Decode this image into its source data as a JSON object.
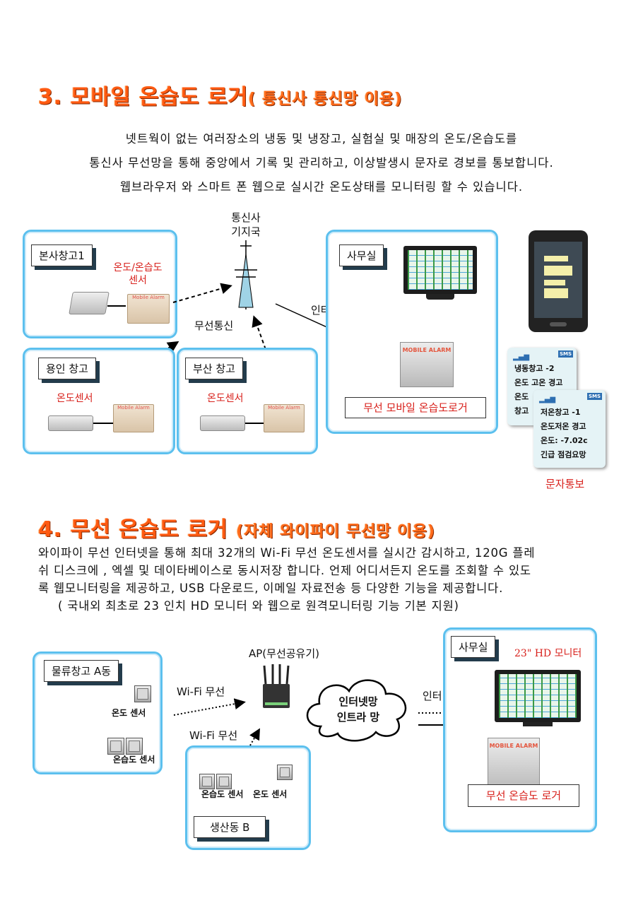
{
  "section3": {
    "heading_main": "3. 모바일 온습도 로거",
    "heading_sub": "( 통신사 통신망 이용)",
    "desc_line1": "넷트웍이 없는 여러장소의 냉동 및 냉장고, 실험실 및 매장의 온도/온습도를",
    "desc_line2": "통신사 무선망을 통해 중앙에서 기록 및 관리하고, 이상발생시 문자로 경보를 통보합니다.",
    "desc_line3": "웹브라우저 와 스마트 폰 웹으로 실시간 온도상태를 모니터링 할 수 있습니다.",
    "tower_label_1": "통신사",
    "tower_label_2": "기지국",
    "hq_tag": "본사창고1",
    "hq_sensor_label_1": "온도/온습도",
    "hq_sensor_label_2": "센서",
    "wireless_label": "무선통신",
    "internet_label": "인터넷",
    "office_tag": "사무실",
    "yongin_tag": "용인 창고",
    "yongin_sensor": "온도센서",
    "busan_tag": "부산 창고",
    "busan_sensor": "온도센서",
    "logger_box": "무선 모바일 온습도로거",
    "device_brand": "Mobile Alarm",
    "logger_brand": "MOBILE ALARM",
    "sms_card1": [
      "냉동창고 -2",
      "온도 고온 경고",
      "온도",
      "창고"
    ],
    "sms_card2": [
      "저온창고 -1",
      "온도저온 경고",
      "온도:   -7.02c",
      "긴급 점검요망"
    ],
    "sms_badge": "SMS",
    "sms_caption": "문자통보"
  },
  "section4": {
    "heading_main": "4. 무선 온습도 로거",
    "heading_sub": "(자체 와이파이 무선망 이용)",
    "desc_line1": "와이파이 무선 인터넷을 통해 최대 32개의 Wi-Fi 무선 온도센서를 실시간 감시하고, 120G 플레",
    "desc_line2": "쉬 디스크에 , 엑셀 및 데이타베이스로 동시저장 합니다. 언제 어디서든지 온도를 조회할 수 있도",
    "desc_line3": "록 웹모니터링을 제공하고, USB 다운로드, 이메일 자료전송 등 다양한 기능을 제공합니다.",
    "desc_line4": "( 국내외 최초로 23 인치 HD 모니터 와 웹으로 원격모니터링 기능 기본 지원)",
    "warehouse_tag": "물류창고 A동",
    "warehouse_temp": "온도 센서",
    "warehouse_hum": "온습도 센서",
    "wifi_label_1": "Wi-Fi 무선",
    "wifi_label_2": "Wi-Fi 무선",
    "ap_label": "AP(무선공유기)",
    "cloud_line1": "인터넷망",
    "cloud_line2": "인트라 망",
    "internet_label": "인터넷",
    "office_tag": "사무실",
    "monitor_label": "23\" HD 모니터",
    "logger_brand": "MOBILE ALARM",
    "logger_box": "무선 온습도 로거",
    "prod_hum": "온습도 센서",
    "prod_temp": "온도 센서",
    "prod_tag": "생산동 B"
  },
  "colors": {
    "heading": "#ff5a12",
    "panel_border": "#5cc0ee",
    "red_text": "#d8211c"
  }
}
